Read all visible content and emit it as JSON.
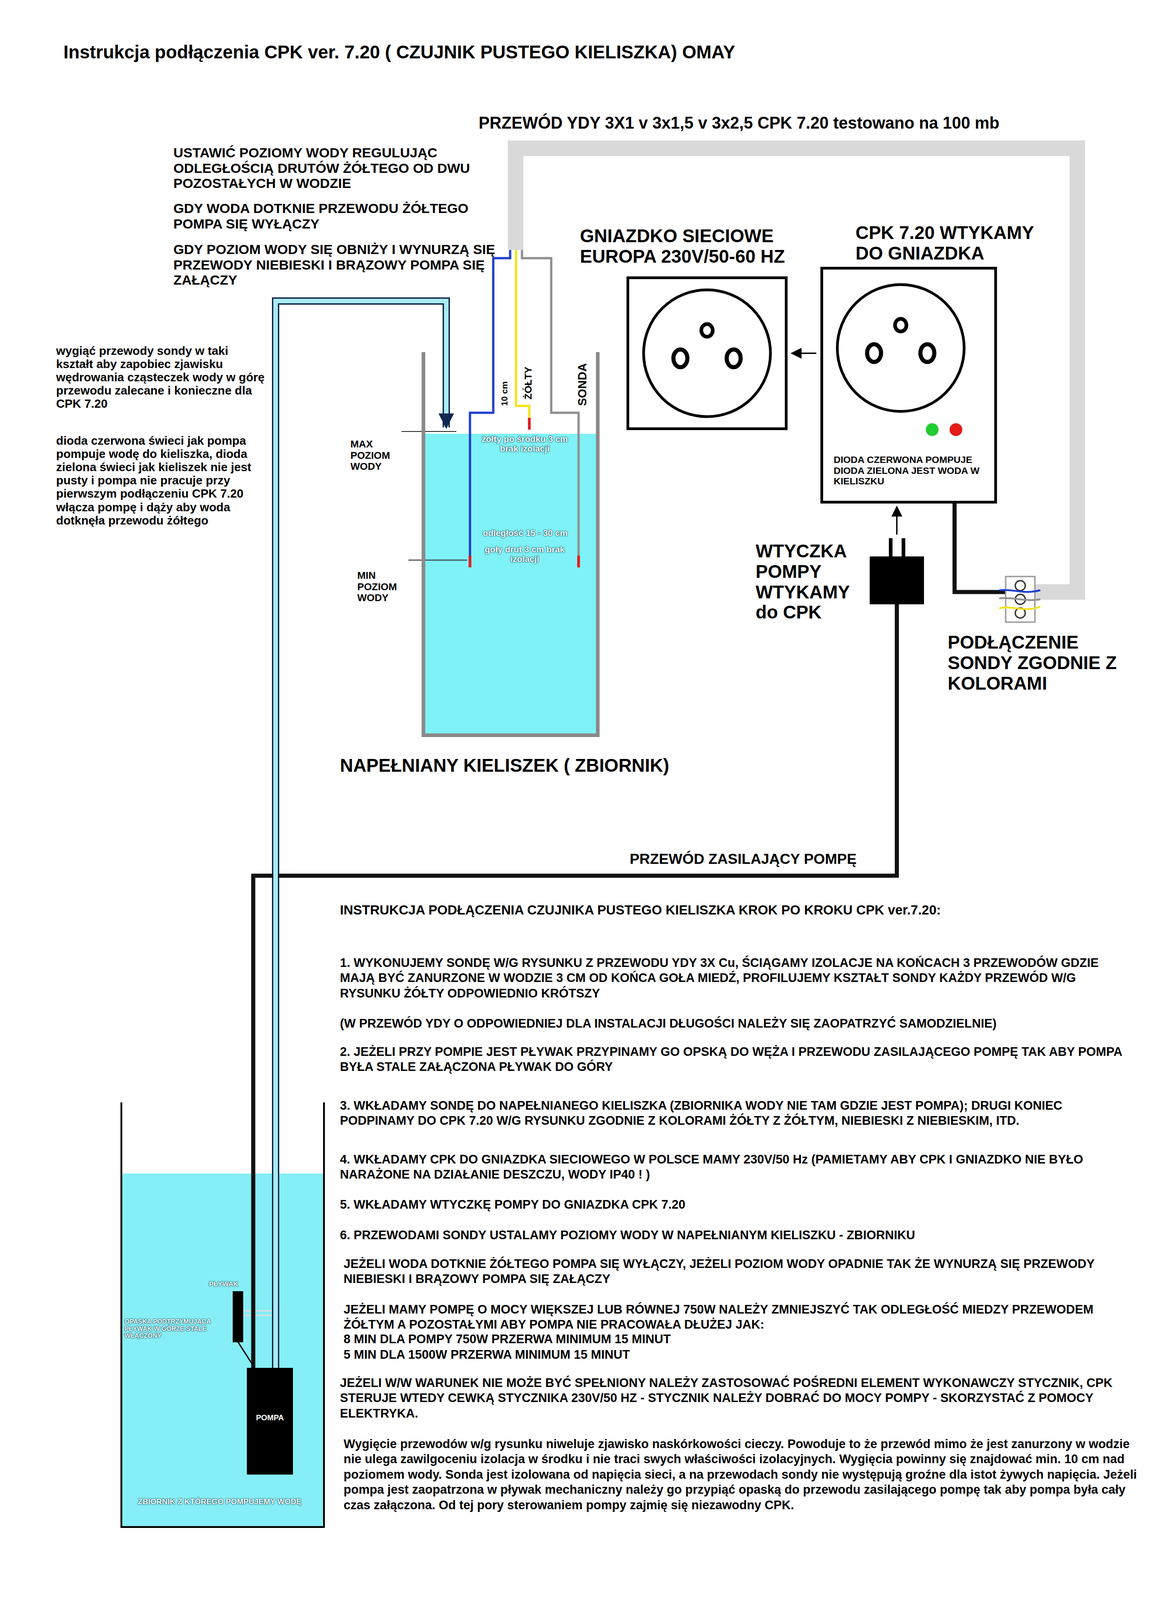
{
  "diagram": {
    "title": "Instrukcja podłączenia CPK  ver. 7.20 ( CZUJNIK PUSTEGO KIELISZKA) OMAY",
    "nodes": [
      {
        "text": [
          "GNIAZDKO SIECIOWE EUROPA 230V/50-60 HZ"
        ]
      },
      {
        "text": [
          "CPK 7.20 WTYKAMY DO GNIAZDKA",
          "DIODA CZERWONA POMPUJE DIODA ZIELONA JEST WODA W KIELISZKU"
        ]
      },
      {
        "text": [
          "WTYCZKA POMPY WTYKAMY do CPK"
        ]
      },
      {
        "text": [
          "NAPEŁNIANY KIELISZEK ( ZBIORNIK)"
        ]
      },
      {
        "text": [
          "ZBIORNIK  Z KTÓREGO POMPUJEMY WODĘ"
        ]
      },
      {
        "text": [
          "POMPA"
        ],
        "in": 4
      },
      {
        "text": [
          "PŁYWAK"
        ],
        "in": 4
      },
      {
        "text": [
          "PODŁĄCZENIE SONDY ZGODNIE Z KOLORAMI"
        ]
      }
    ],
    "edges": [
      {
        "from": 1,
        "to": 0,
        "arrow": "to"
      },
      {
        "from": 2,
        "to": 1,
        "arrow": "to"
      },
      {
        "from": 2,
        "to": 5,
        "label": "PRZEWÓD ZASILAJĄCY POMPĘ",
        "arrow": "none"
      },
      {
        "from": 5,
        "to": 3,
        "arrow": "to"
      },
      {
        "from": 1,
        "to": 7,
        "arrow": "none"
      },
      {
        "from": 7,
        "to": 3,
        "label": "PRZEWÓD YDY 3X1 v 3x1,5 v 3x2,5  CPK 7.20 testowano na  100 mb",
        "arrow": "none"
      }
    ],
    "labels": [
      "USTAWIĆ POZIOMY WODY REGULUJĄC ODLEGŁOŚCIĄ DRUTÓW ŻÓŁTEGO OD DWU POZOSTAŁYCH  W WODZIE",
      "GDY WODA DOTKNIE PRZEWODU ŻÓŁTEGO POMPA SIĘ WYŁĄCZY",
      "GDY POZIOM WODY SIĘ  OBNIŻY I WYNURZĄ SIĘ PRZEWODY NIEBIESKI I BRĄZOWY POMPA SIĘ ZAŁĄCZY",
      "wygiąć przewody sondy w taki kształt aby zapobiec zjawisku wędrowania cząsteczek wody w górę przewodu zalecane i konieczne dla CPK 7.20",
      "dioda czerwona świeci jak pompa pompuje wodę do kieliszka, dioda zielona świeci jak kieliszek nie jest pusty i pompa nie pracuje przy pierwszym podłączeniu CPK 7.20 włącza pompę i dąży aby woda dotknęła przewodu  żółtego",
      "10 cm",
      "ŻÓŁTY",
      "SONDA",
      "MAX POZIOM WODY",
      "MIN POZIOM WODY",
      "żółty po środku 3 cm brak izolacji",
      "odległość 15 - 30 cm",
      "goły drut 3 cm brak izolacji",
      "OPASKA PODTRZYMUJĄCA PŁYWAK W GÓRZE STALE WŁĄCZONY",
      "INSTRUKCJA PODŁĄCZENIA CZUJNIKA PUSTEGO KIELISZKA  KROK PO KROKU CPK ver.7.20:",
      "1. WYKONUJEMY SONDĘ W/G RYSUNKU Z PRZEWODU YDY 3X Cu, ŚCIĄGAMY IZOLACJE NA KOŃCACH 3 PRZEWODÓW GDZIE MAJĄ BYĆ ZANURZONE W WODZIE 3 CM OD KOŃCA GOŁA MIEDŹ, PROFILUJEMY KSZTAŁT SONDY KAŻDY PRZEWÓD W/G  RYSUNKU ŻÓŁTY ODPOWIEDNIO KRÓTSZY",
      "(W PRZEWÓD YDY O ODPOWIEDNIEJ DLA INSTALACJI DŁUGOŚCI NALEŻY SIĘ ZAOPATRZYĆ SAMODZIELNIE)",
      "2. JEŻELI PRZY POMPIE JEST PŁYWAK PRZYPINAMY GO OPSKĄ DO WĘŻA I PRZEWODU ZASILAJĄCEGO POMPĘ TAK ABY POMPA BYŁA STALE ZAŁĄCZONA PŁYWAK DO GÓRY",
      "3. WKŁADAMY SONDĘ DO NAPEŁNIANEGO KIELISZKA (ZBIORNIKA WODY NIE TAM GDZIE JEST POMPA); DRUGI KONIEC PODPINAMY DO CPK 7.20 W/G RYSUNKU ZGODNIE Z KOLORAMI ŻÓŁTY Z ŻÓŁTYM, NIEBIESKI Z NIEBIESKIM, ITD.",
      "4. WKŁADAMY CPK DO GNIAZDKA SIECIOWEGO W POLSCE MAMY 230V/50 Hz (PAMIETAMY ABY CPK I GNIAZDKO NIE BYŁO NARAŻONE NA DZIAŁANIE DESZCZU, WODY IP40 ! )",
      "5. WKŁADAMY WTYCZKĘ POMPY DO GNIAZDKA CPK 7.20",
      "6. PRZEWODAMI SONDY USTALAMY POZIOMY WODY W NAPEŁNIANYM KIELISZKU - ZBIORNIKU",
      "JEŻELI WODA DOTKNIE ŻÓŁTEGO POMPA SIĘ WYŁĄCZY, JEŻELI POZIOM WODY OPADNIE TAK ŻE WYNURZĄ SIĘ PRZEWODY NIEBIESKI I BRĄZOWY POMPA SIĘ ZAŁĄCZY",
      "JEŻELI MAMY POMPĘ O MOCY WIĘKSZEJ LUB RÓWNEJ 750W NALEŻY ZMNIEJSZYĆ TAK ODLEGŁOŚĆ MIEDZY PRZEWODEM ŻÓŁTYM A POZOSTAŁYMI ABY POMPA NIE PRACOWAŁA DŁUŻEJ JAK:",
      "8 MIN DLA  POMPY 750W PRZERWA MINIMUM 15 MINUT",
      "5 MIN DLA 1500W PRZERWA MINIMUM 15 MINUT",
      "JEŻELI W/W WARUNEK NIE MOŻE BYĆ SPEŁNIONY NALEŻY ZASTOSOWAĆ POŚREDNI ELEMENT WYKONAWCZY STYCZNIK, CPK STERUJE WTEDY CEWKĄ STYCZNIKA 230V/50 HZ - STYCZNIK NALEŻY DOBRAĆ DO MOCY POMPY - SKORZYSTAĆ Z POMOCY ELEKTRYKA.",
      "Wygięcie przewodów w/g rysunku niweluje zjawisko naskórkowości cieczy. Powoduje to że przewód   mimo że jest zanurzony w wodzie nie ulega zawilgoceniu izolacja w środku i nie traci swych właściwości  izolacyjnych. Wygięcia powinny się znajdować min. 10 cm nad poziomem wody. Sonda jest izolowana od  napięcia sieci, a na przewodach sondy nie występują groźne dla istot żywych napięcia. Jeżeli pompa  jest zaopatrzona w pływak mechaniczny należy go przypiąć opaską do przewodu zasilającego pompę tak  aby pompa była cały czas załączona. Od tej pory sterowaniem pompy zajmię się niezawodny CPK."
    ]
  }
}
